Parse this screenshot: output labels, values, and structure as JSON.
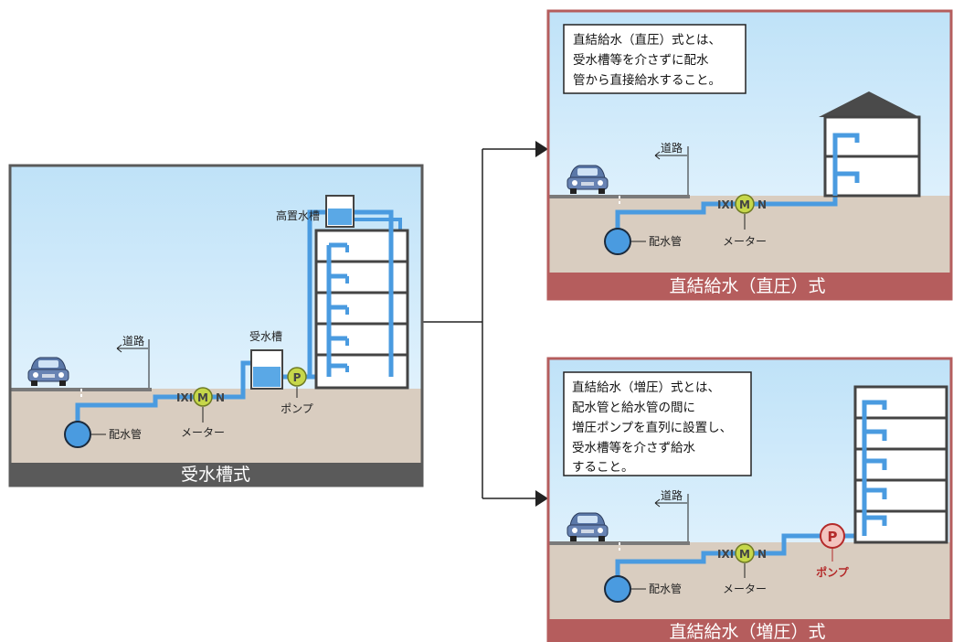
{
  "panels": {
    "left": {
      "footer": "受水槽式",
      "labels": {
        "road": "道路",
        "main_pipe": "配水管",
        "meter": "メーター",
        "pump": "ポンプ",
        "receiving_tank": "受水槽",
        "elevated_tank": "高置水槽"
      }
    },
    "top_right": {
      "footer": "直結給水（直圧）式",
      "description": [
        "直結給水（直圧）式とは、",
        "受水槽等を介さずに配水",
        "管から直接給水すること。"
      ],
      "labels": {
        "road": "道路",
        "main_pipe": "配水管",
        "meter": "メーター"
      }
    },
    "bottom_right": {
      "footer": "直結給水（増圧）式",
      "description": [
        "直結給水（増圧）式とは、",
        "配水管と給水管の間に",
        "増圧ポンプを直列に設置し、",
        "受水槽等を介さず給水",
        "すること。"
      ],
      "labels": {
        "road": "道路",
        "main_pipe": "配水管",
        "meter": "メーター",
        "pump": "ポンプ"
      }
    }
  },
  "symbols": {
    "meter_letter": "M",
    "pump_letter": "P",
    "valve": "IXI",
    "north": "N"
  },
  "colors": {
    "sky": "#d4ecfb",
    "ground": "#d9cdc0",
    "pipe": "#4a9be0",
    "left_frame": "#5a5a5a",
    "right_frame": "#b55d5d",
    "meter_fill": "#c6d74a",
    "pump_red": "#b42a2a"
  }
}
